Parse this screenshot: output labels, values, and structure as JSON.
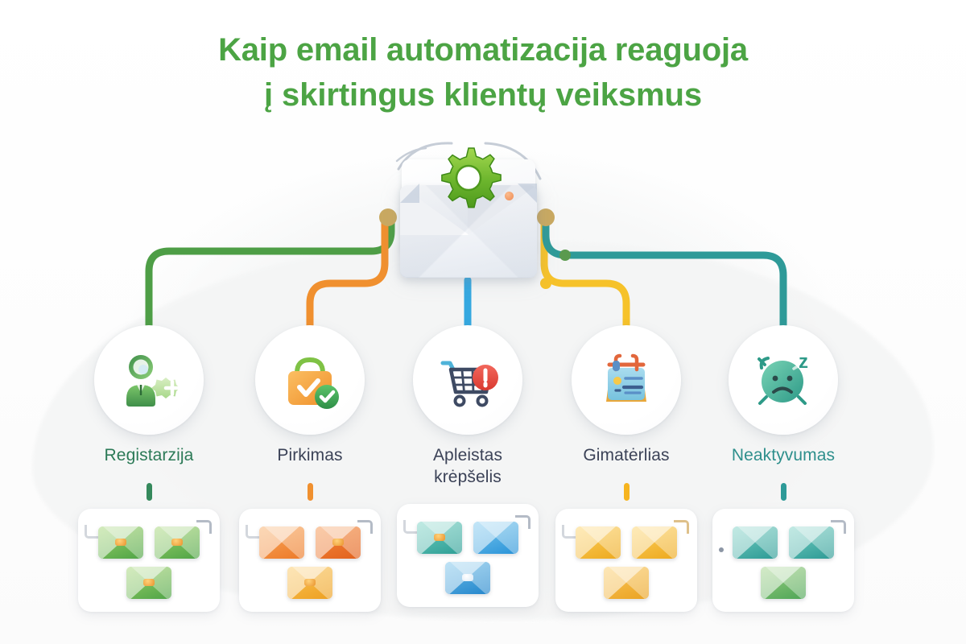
{
  "page": {
    "title_line_1": "Kaip email automatizacija reaguoja",
    "title_line_2": "į skirtingus klientų veiksmus",
    "title_color": "#4ca444",
    "background_color": "#ffffff"
  },
  "hub": {
    "name": "email-automation-hub",
    "icon": "envelope-with-gear-icon",
    "gear_color": "#6cb52d",
    "envelope_color": "#eef1f6"
  },
  "connectors": [
    {
      "name": "connector-registration",
      "color": "#4e9e46",
      "target": "Registarzija"
    },
    {
      "name": "connector-purchase",
      "color": "#f0902f",
      "target": "Pirkimas"
    },
    {
      "name": "connector-abandoned-cart",
      "color": "#35a8e0",
      "target": "Apleistas krėpšelis"
    },
    {
      "name": "connector-birthday",
      "color": "#f6c22a",
      "target": "Gimatėrlias"
    },
    {
      "name": "connector-inactivity",
      "color": "#2e9a98",
      "target": "Neaktyvumas"
    }
  ],
  "branches": [
    {
      "id": "registration",
      "label": "Registarzija",
      "label_color": "#2c7a57",
      "accent": "#35895c",
      "icon": "user-add-icon",
      "emails": [
        {
          "name": "envelope-green-1",
          "color_from": "#9ed36a",
          "color_to": "#4fa447",
          "seal": false
        },
        {
          "name": "envelope-green-2",
          "color_from": "#9ed36a",
          "color_to": "#4fa447",
          "seal": true
        },
        {
          "name": "envelope-green-3",
          "color_from": "#9ed36a",
          "color_to": "#4fa447",
          "seal": true
        }
      ]
    },
    {
      "id": "purchase",
      "label": "Pirkimas",
      "label_color": "#3b4257",
      "accent": "#f0902f",
      "icon": "shopping-bag-check-icon",
      "emails": [
        {
          "name": "envelope-orange-1",
          "color_from": "#f8a85c",
          "color_to": "#ed7a29",
          "seal": false
        },
        {
          "name": "envelope-orange-2",
          "color_from": "#f58b3c",
          "color_to": "#e2611d",
          "seal": true
        },
        {
          "name": "envelope-yellow-1",
          "color_from": "#fbc558",
          "color_to": "#eda022",
          "seal": true
        }
      ]
    },
    {
      "id": "abandoned-cart",
      "label": "Apleistas krėpšelis",
      "label_color": "#3b4257",
      "accent": "#35a8e0",
      "icon": "shopping-cart-alert-icon",
      "emails": [
        {
          "name": "envelope-teal-1",
          "color_from": "#6fd0c0",
          "color_to": "#2f9e96",
          "seal": true
        },
        {
          "name": "envelope-blue-1",
          "color_from": "#79c7ee",
          "color_to": "#2a93d8",
          "seal": false
        },
        {
          "name": "envelope-blue-2",
          "color_from": "#6fbfe9",
          "color_to": "#2486cc",
          "seal": true,
          "seal_blue": true
        }
      ]
    },
    {
      "id": "birthday",
      "label": "Gimatėrlias",
      "label_color": "#3b4257",
      "accent": "#f6b41f",
      "icon": "calendar-note-icon",
      "emails": [
        {
          "name": "envelope-gold-1",
          "color_from": "#fdd15f",
          "color_to": "#eda91f",
          "seal": false
        },
        {
          "name": "envelope-gold-2",
          "color_from": "#fdd15f",
          "color_to": "#eda91f",
          "seal": false
        },
        {
          "name": "envelope-gold-3",
          "color_from": "#fbc95c",
          "color_to": "#eaa222",
          "seal": false
        }
      ]
    },
    {
      "id": "inactivity",
      "label": "Neaktyvumas",
      "label_color": "#2e8f8c",
      "accent": "#2e9a98",
      "icon": "sleeping-sad-face-icon",
      "emails": [
        {
          "name": "envelope-teal-2",
          "color_from": "#76cfc2",
          "color_to": "#2d9a95",
          "seal": false
        },
        {
          "name": "envelope-teal-3",
          "color_from": "#76cfc2",
          "color_to": "#2d9a95",
          "seal": false
        },
        {
          "name": "envelope-green-4",
          "color_from": "#9cd081",
          "color_to": "#4ea557",
          "seal": false
        }
      ]
    }
  ]
}
